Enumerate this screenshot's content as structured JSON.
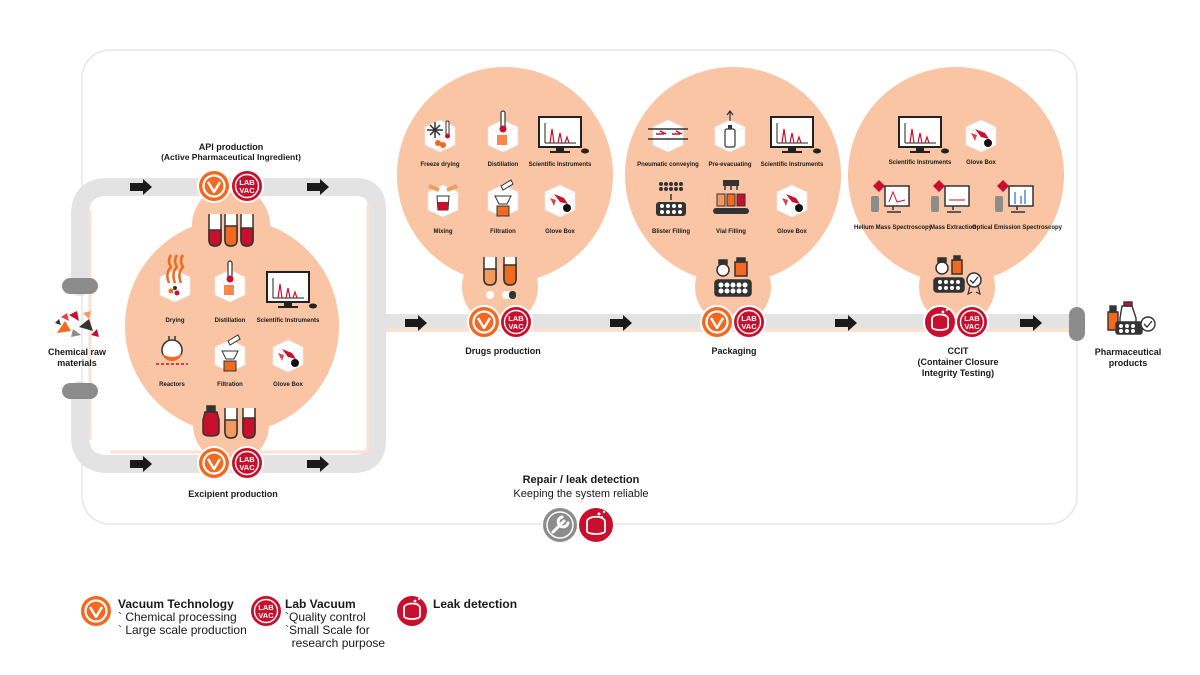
{
  "colors": {
    "orange": "#f26a21",
    "red": "#c8102e",
    "peach": "#fcd9c2",
    "circle_fill": "#f9c5a4",
    "pipe": "#e3e3e3",
    "gray_icon": "#8c8c8c"
  },
  "inputs": {
    "raw_materials": [
      "Chemical raw",
      "materials"
    ],
    "output": [
      "Pharmaceutical",
      "products"
    ]
  },
  "api": {
    "title": "API production",
    "subtitle": "(Active Pharmaceutical Ingredient)",
    "items": [
      "Drying",
      "Distillation",
      "Scientific Instruments",
      "Reactors",
      "Filtration",
      "Glove Box"
    ]
  },
  "excipient": {
    "title": "Excipient production"
  },
  "drugs": {
    "title": "Drugs production",
    "items": [
      "Freeze drying",
      "Distillation",
      "Scientific Instruments",
      "Mixing",
      "Filtration",
      "Glove Box"
    ]
  },
  "packaging": {
    "title": "Packaging",
    "items": [
      "Pneumatic conveying",
      "Pre-evacuating",
      "Scientific Instruments",
      "Blister Filling",
      "Vial Filling",
      "Glove Box"
    ]
  },
  "ccit": {
    "title": [
      "CCIT",
      "(Container Closure",
      "Integrity Testing)"
    ],
    "items": [
      "Scientific Instruments",
      "Glove Box",
      "Helium Mass Spectroscopy",
      "Mass Extraction",
      "Optical Emission Spectroscopy"
    ]
  },
  "repair": {
    "title": "Repair / leak detection",
    "subtitle": "Keeping the system reliable"
  },
  "badge_text": {
    "lab": "LAB",
    "vac": "VAC"
  },
  "legend": {
    "vacuum": {
      "title": "Vacuum Technology",
      "lines": [
        "` Chemical processing",
        "` Large scale production"
      ]
    },
    "lab": {
      "title": "Lab Vacuum",
      "lines": [
        "`Quality control",
        "`Small Scale for",
        "  research purpose"
      ]
    },
    "leak": {
      "title": "Leak detection"
    }
  }
}
